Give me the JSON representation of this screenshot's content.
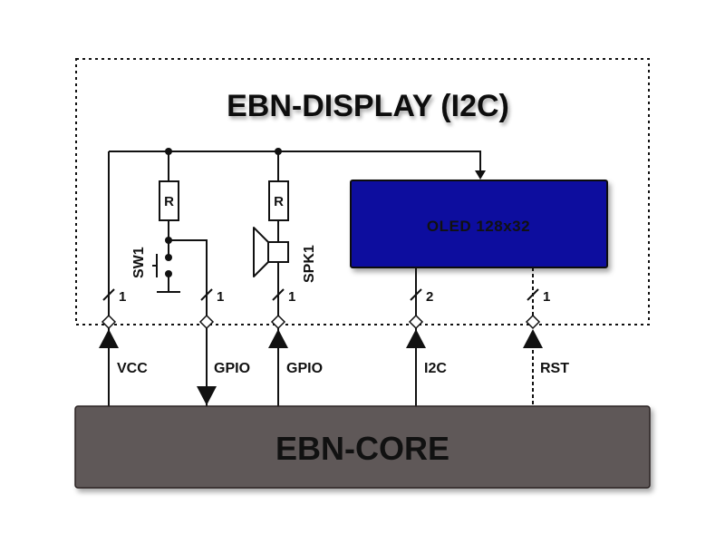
{
  "display_module": {
    "title": "EBN-DISPLAY (I2C)"
  },
  "core_module": {
    "title": "EBN-CORE"
  },
  "oled": {
    "label": "OLED 128x32",
    "color": "#0a0a9e"
  },
  "resistors": [
    {
      "label": "R"
    },
    {
      "label": "R"
    }
  ],
  "switch": {
    "label": "SW1"
  },
  "speaker": {
    "label": "SPK1"
  },
  "bus_widths": [
    "1",
    "1",
    "1",
    "2",
    "1"
  ],
  "signals": [
    {
      "name": "VCC",
      "direction": "up"
    },
    {
      "name": "GPIO",
      "direction": "down"
    },
    {
      "name": "GPIO",
      "direction": "up"
    },
    {
      "name": "I2C",
      "direction": "up"
    },
    {
      "name": "RST",
      "direction": "up"
    }
  ],
  "colors": {
    "core_fill": "#5f5858",
    "oled_fill": "#0a0a9e",
    "line": "#111111"
  }
}
